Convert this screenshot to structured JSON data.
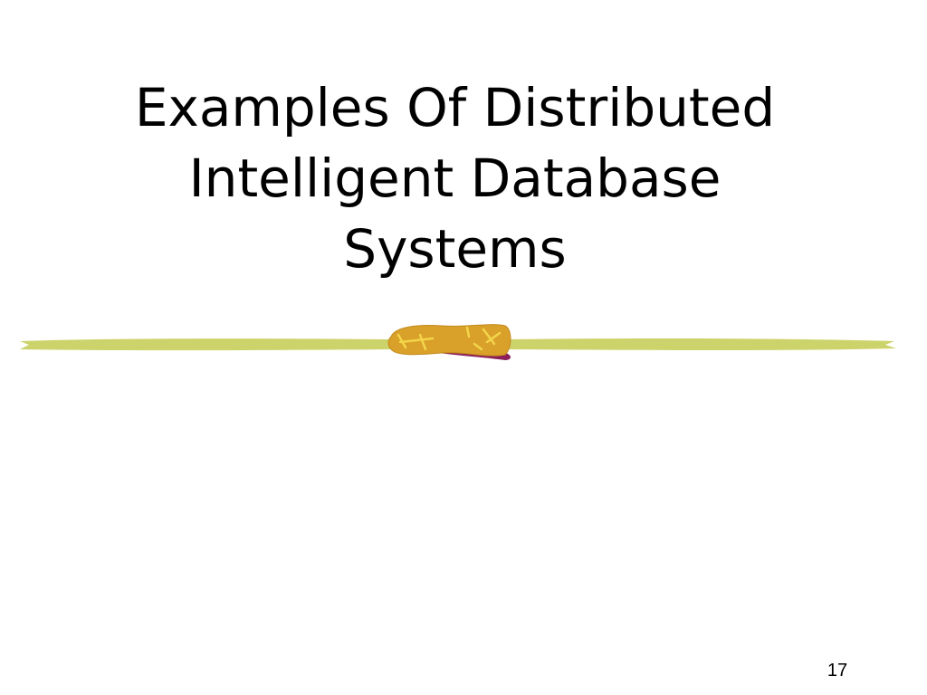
{
  "slide": {
    "title_lines": [
      "Examples Of Distributed",
      "Intelligent Database",
      "Systems"
    ],
    "page_number": "17"
  },
  "colors": {
    "rule": "#cdd36b",
    "ornament_fill": "#d9a02a",
    "ornament_shadow": "#8b1f5c",
    "ornament_marks": "#f3d54a"
  },
  "icons": {
    "divider": "decorative-rule-icon",
    "ornament": "wooden-bead-icon"
  }
}
